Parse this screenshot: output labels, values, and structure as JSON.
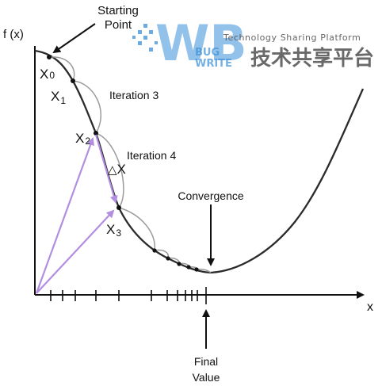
{
  "diagram": {
    "y_axis_label": "f (x)",
    "x_axis_label": "x",
    "starting_point": [
      "Starting",
      "Point"
    ],
    "x0_main": "X",
    "x0_sub": "0",
    "x1_main": "X",
    "x1_sub": "1",
    "x2_main": "X",
    "x2_sub": "2",
    "x3_main": "X",
    "x3_sub": "3",
    "iteration_3": "Iteration 3",
    "iteration_4": "Iteration 4",
    "delta_symbol": "△",
    "delta_var": "X",
    "convergence": "Convergence",
    "final_value": [
      "Final",
      "Value"
    ]
  },
  "watermark": {
    "logo_letters": "WB",
    "bug": "BUG",
    "write": "WRITE",
    "tagline": "Technology Sharing Platform",
    "chinese": "技术共享平台"
  },
  "colors": {
    "curve": "#2b2b2b",
    "arrow_purple": "#b28ee0",
    "watermark_blue": "#3a8fd8"
  }
}
